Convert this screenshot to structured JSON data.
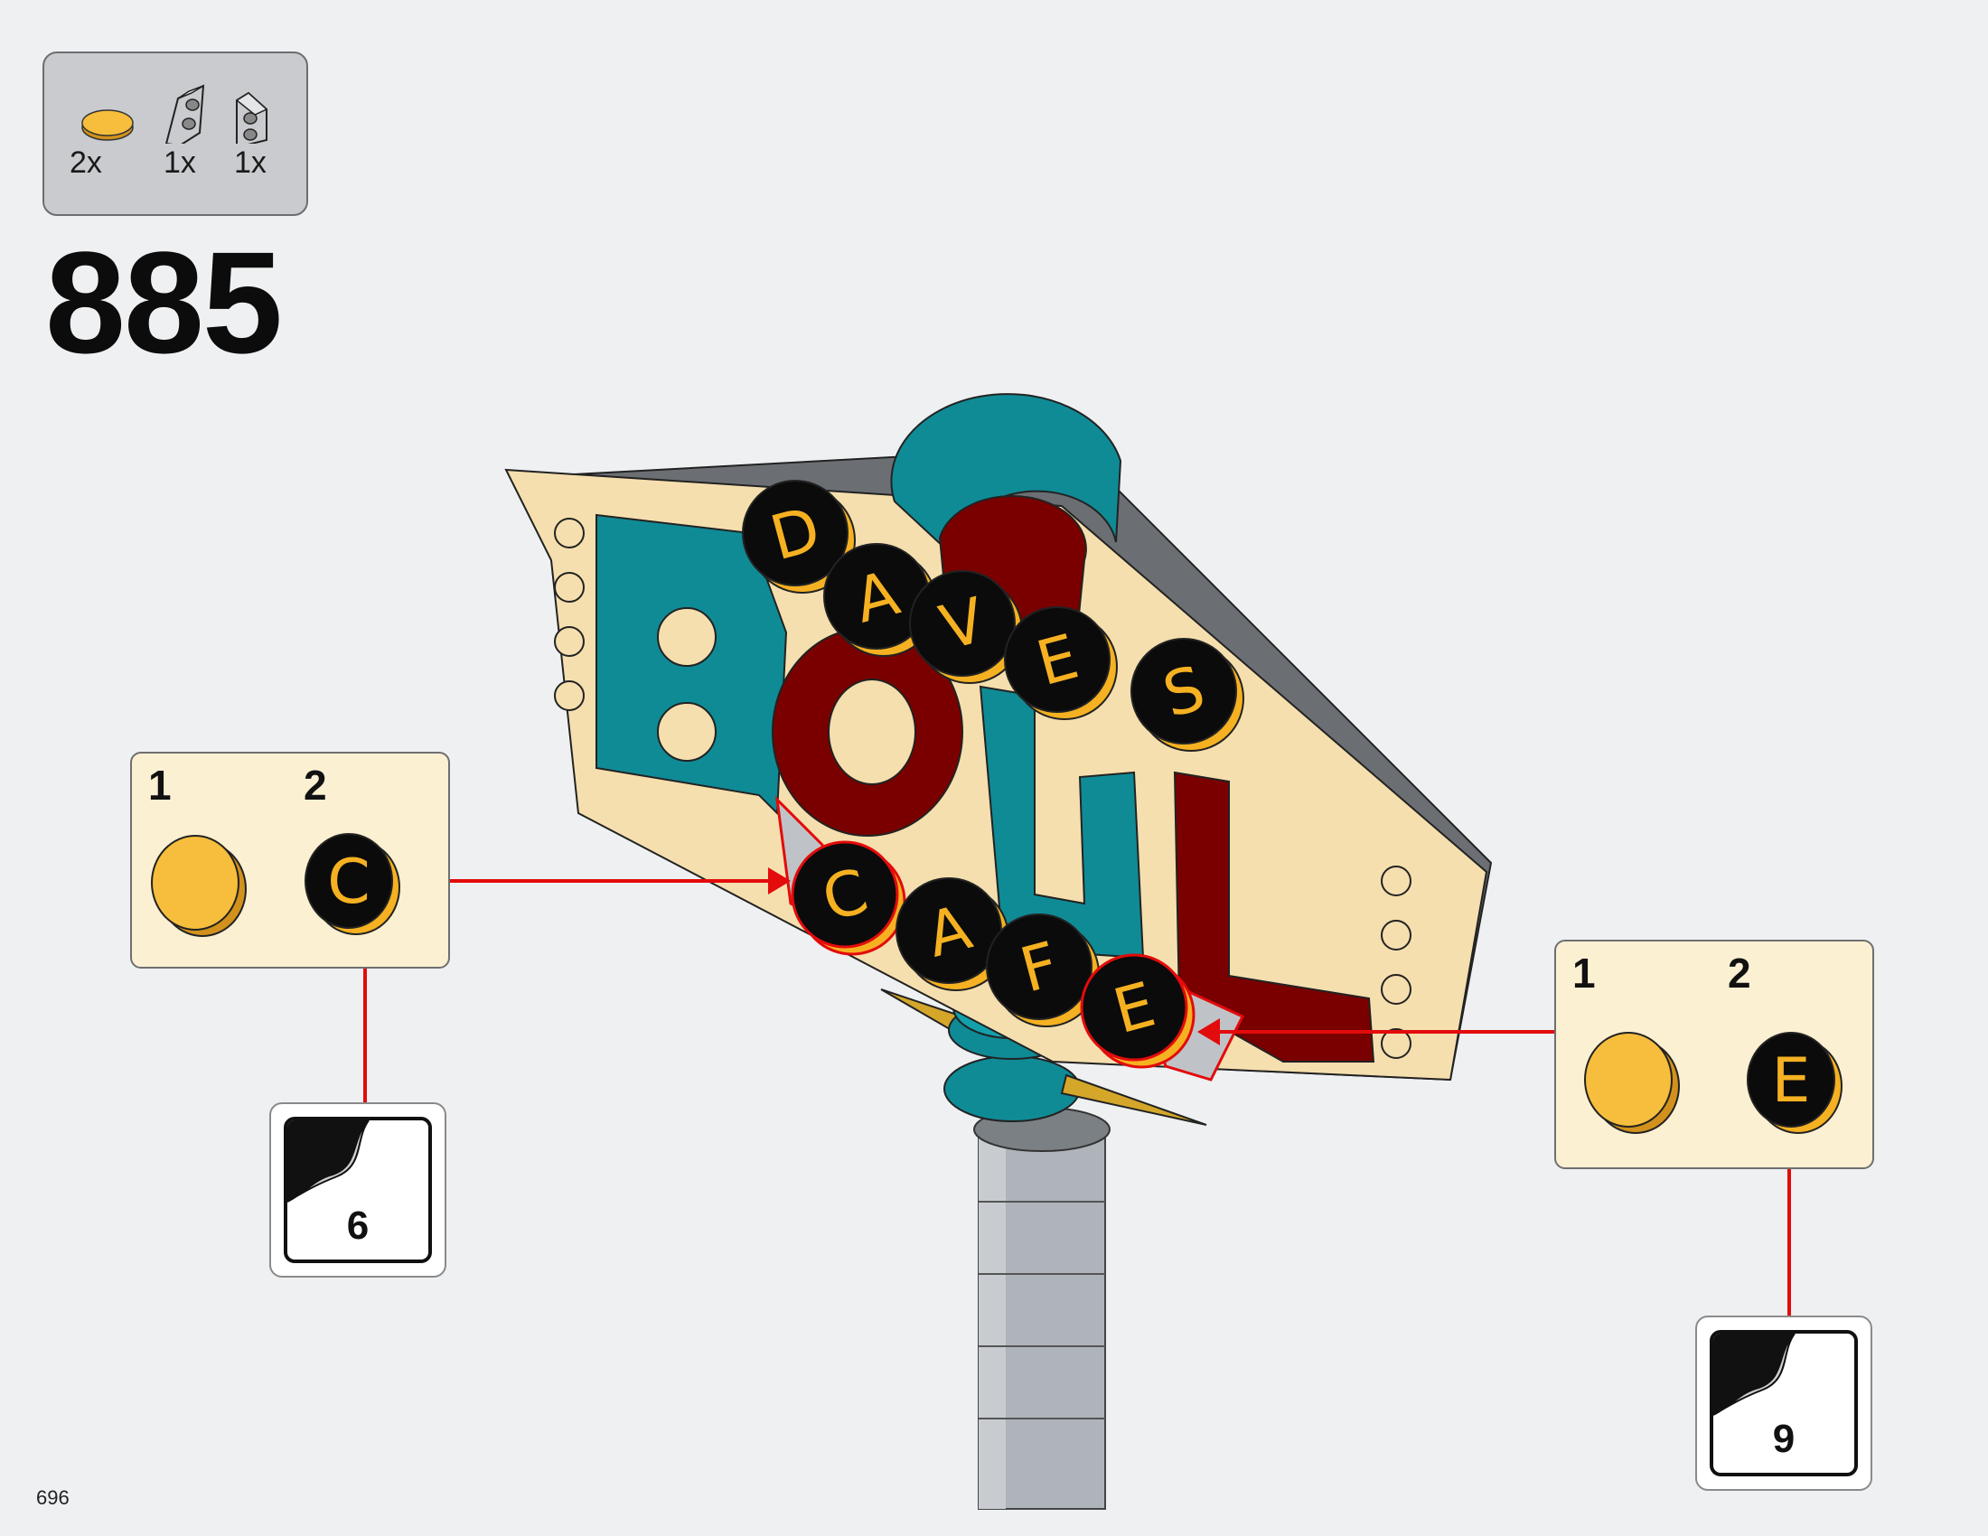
{
  "parts_list": [
    {
      "qty": "2x",
      "icon": "yellow-round-tile-icon"
    },
    {
      "qty": "1x",
      "icon": "wedge-plate-left-icon"
    },
    {
      "qty": "1x",
      "icon": "wedge-plate-right-icon"
    }
  ],
  "step_number": "885",
  "sign_letters": {
    "top": [
      "D",
      "A",
      "V",
      "E",
      "S"
    ],
    "bottom": [
      "C",
      "A",
      "F",
      "E"
    ]
  },
  "callout_left": {
    "steps": [
      "1",
      "2"
    ],
    "tile_letter": "C",
    "sticker": "6"
  },
  "callout_right": {
    "steps": [
      "1",
      "2"
    ],
    "tile_letter": "E",
    "sticker": "9"
  },
  "page_number": "696",
  "colors": {
    "background": "#eef0f2",
    "arrow": "#e30b0b",
    "tile_yellow": "#f5b121",
    "teal": "#0f8b96",
    "dark_red": "#7a0000",
    "tan": "#f5dfae"
  }
}
